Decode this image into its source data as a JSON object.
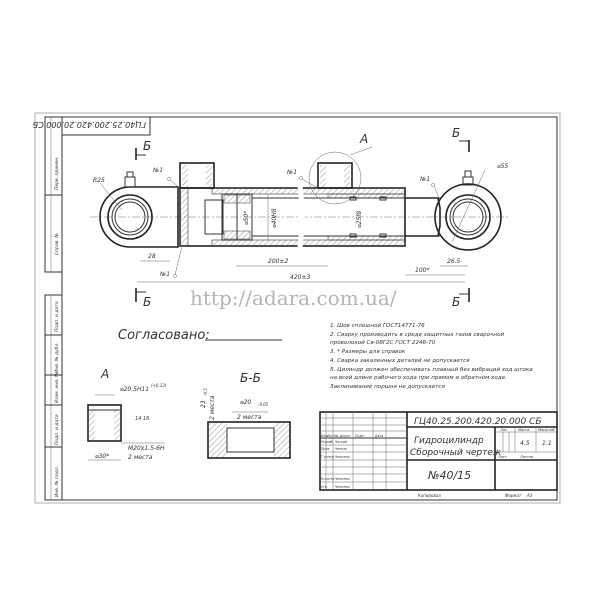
{
  "drawing": {
    "doc_code": "ГЦ40.25.200.420.20.000 СБ",
    "watermark": "http://adara.com.ua/",
    "agreed_label": "Согласовано:",
    "section_letter": "Б",
    "detail_letter": "A",
    "leader_mark": "№1",
    "dims": {
      "r25": "R25",
      "d55": "⌀55",
      "d50": "⌀50*",
      "d40": "⌀40Н8",
      "d25": "⌀25f8",
      "l28": "28",
      "l200": "200±2",
      "l420": "420±3",
      "l100": "100*",
      "l265": "26.5"
    },
    "notes": [
      "1. Шов сплошной  ГОСТ14771-76",
      "2. Сварку производить  в среде  защитных  газов  сварочной",
      "проволокой Св-08Г2С   ГОСТ 2246-70",
      "3.  * Размеры для справок",
      "4. Сварка закаленных деталей не допускается",
      "5. Цилиндр должен обеспечивать плавный без вибраций ход штока",
      "на всей  длине рабочего хода при прямом и обратном ходе.",
      "Заклинивание поршня не допускается"
    ],
    "detail_a": {
      "title": "A",
      "d205": "⌀20.5Н11",
      "tol": "(+0.13)",
      "thread": "М20х1.5-6Н",
      "places": "2 места",
      "d30": "⌀30*",
      "depth": "14",
      "depth2": "16"
    },
    "section_bb": {
      "title": "Б-Б",
      "d20": "⌀20",
      "d20tol": "-0.05",
      "places": "2 места",
      "h": "23",
      "htol": "-0.5",
      "places2": "2 места"
    },
    "title_block": {
      "code": "ГЦ40.25.200.420.20.000 СБ",
      "name1": "Гидроцилиндр",
      "name2": "Сборочный чертеж",
      "number": "№40/15",
      "col_lit": "Лит.",
      "col_mass": "Масса",
      "col_scale": "Масштаб",
      "mass": "4.5",
      "scale": "1:1",
      "sheet": "Лист",
      "sheets": "Листов",
      "row_labels": [
        "Изм.",
        "Лист",
        "№ докум.",
        "Подп.",
        "Дата"
      ],
      "roles": [
        "Разраб.",
        "Пров.",
        "Т.контр.",
        "Н.контр.",
        "Утв."
      ],
      "names": [
        "Ческий",
        "Чепель",
        "Чепелюк",
        "Чепелюк",
        "Чепелюк"
      ],
      "copied": "Копировал",
      "format": "Формат",
      "format_val": "А3"
    },
    "side_strip": [
      "Перв. примен.",
      "Справ. №",
      "Подп. и дата",
      "Инв. № дубл.",
      "Взам. инв. №",
      "Подп. и дата",
      "Инв. № подл."
    ]
  }
}
